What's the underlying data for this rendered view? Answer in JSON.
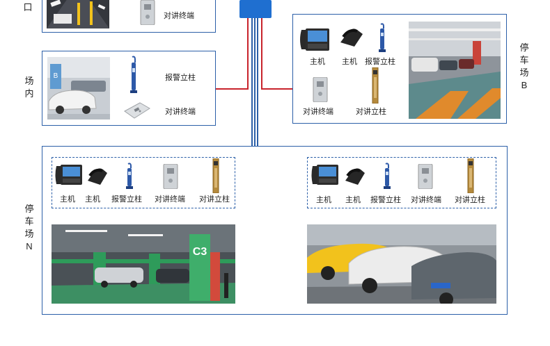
{
  "zones": {
    "entrance": {
      "label_char": "口"
    },
    "inside": {
      "label_chars": [
        "场",
        "内"
      ]
    },
    "lot_b": {
      "label_chars": [
        "停",
        "车",
        "场",
        "B"
      ]
    },
    "lot_n": {
      "label_chars": [
        "停",
        "车",
        "场",
        "N"
      ]
    }
  },
  "devices": {
    "host": "主机",
    "alarm_pillar": "报警立柱",
    "intercom_terminal": "对讲终端",
    "intercom_pillar": "对讲立柱"
  },
  "photos": {
    "lot_n_left_sign": "C3"
  },
  "colors": {
    "panel_border": "#2b5fa8",
    "line_red": "#c8232b",
    "line_blue": "#2b5fa8",
    "server_blue": "#1f6fd0",
    "dots_red": "#c8232b"
  }
}
